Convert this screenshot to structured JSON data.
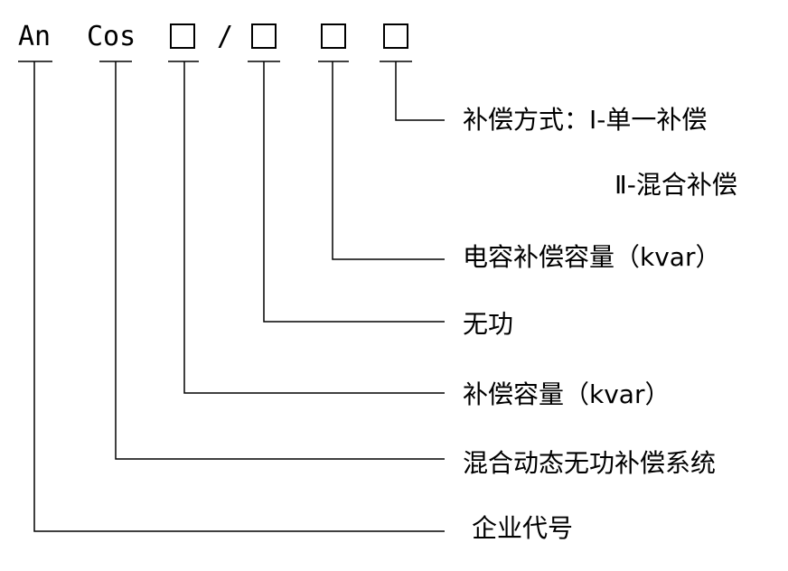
{
  "model_code": {
    "prefix": "An",
    "series": "Cos",
    "separator": "/"
  },
  "labels": {
    "mode_title": "补偿方式：Ⅰ-单一补偿",
    "mode_alt": "Ⅱ-混合补偿",
    "capacitor": "电容补偿容量（kvar）",
    "reactive": "无功",
    "capacity": "补偿容量（kvar）",
    "system": "混合动态无功补偿系统",
    "enterprise": "企业代号"
  },
  "colors": {
    "line": "#000000",
    "text": "#000000",
    "background": "#ffffff"
  }
}
